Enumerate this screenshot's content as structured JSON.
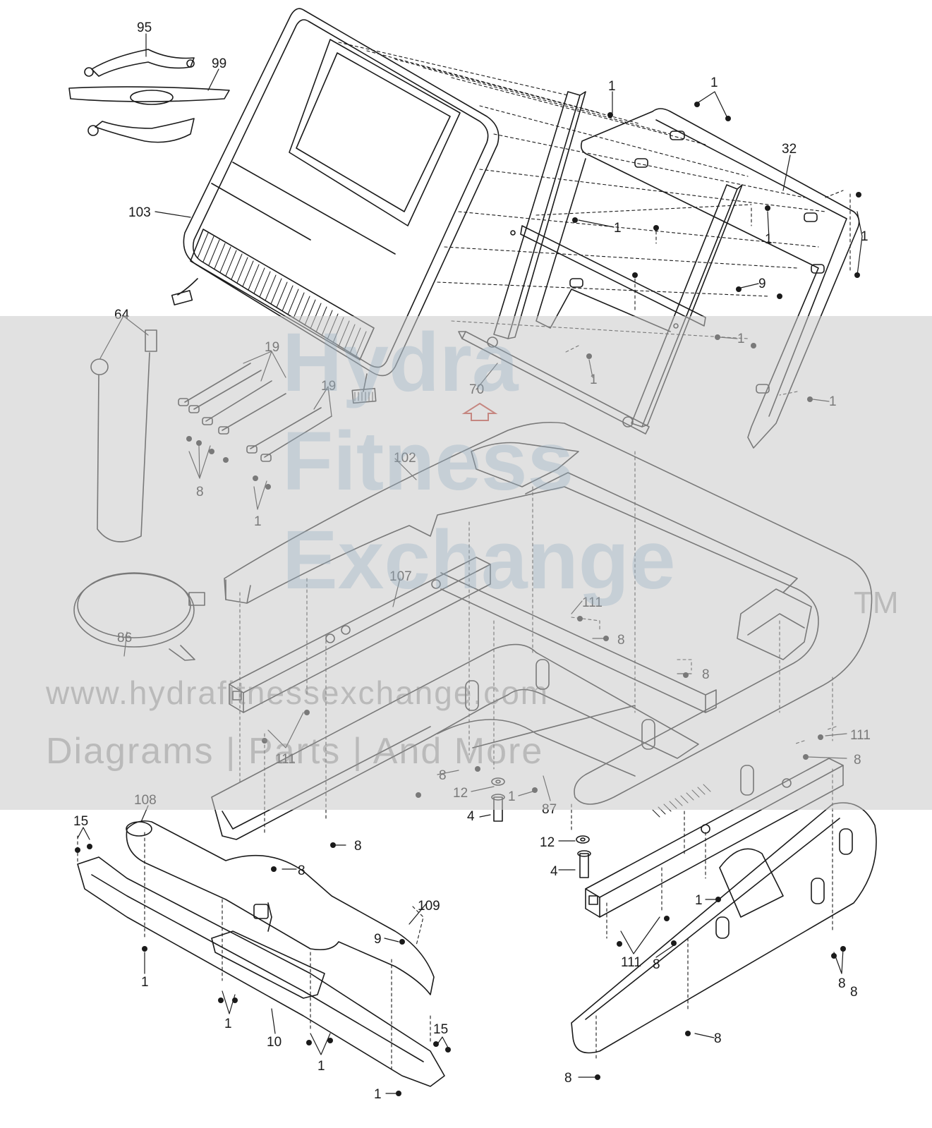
{
  "watermark": {
    "brand_lines": [
      "Hydra",
      "Fitness",
      "Exchange"
    ],
    "trademark": "TM",
    "website": "www.hydrafitnessexchange.com",
    "tagline": "Diagrams | Parts | And More"
  },
  "colors": {
    "line": "#1a1a1a",
    "arrow": "#c0392b",
    "watermark_band": "#c8c8c8"
  },
  "callouts": [
    {
      "id": "c95",
      "text": "95"
    },
    {
      "id": "c99",
      "text": "99"
    },
    {
      "id": "c103",
      "text": "103"
    },
    {
      "id": "c64",
      "text": "64"
    },
    {
      "id": "c19a",
      "text": "19"
    },
    {
      "id": "c19b",
      "text": "19"
    },
    {
      "id": "c8a",
      "text": "8"
    },
    {
      "id": "c1a",
      "text": "1"
    },
    {
      "id": "c70",
      "text": "70"
    },
    {
      "id": "c102",
      "text": "102"
    },
    {
      "id": "c107",
      "text": "107"
    },
    {
      "id": "c86",
      "text": "86"
    },
    {
      "id": "c111a",
      "text": "111"
    },
    {
      "id": "c8b",
      "text": "8"
    },
    {
      "id": "c8c",
      "text": "8"
    },
    {
      "id": "c111b",
      "text": "111"
    },
    {
      "id": "c111c",
      "text": "111"
    },
    {
      "id": "c8d",
      "text": "8"
    },
    {
      "id": "c8e",
      "text": "8"
    },
    {
      "id": "c12a",
      "text": "12"
    },
    {
      "id": "c1b",
      "text": "1"
    },
    {
      "id": "c4a",
      "text": "4"
    },
    {
      "id": "c87",
      "text": "87"
    },
    {
      "id": "c8f",
      "text": "8"
    },
    {
      "id": "c8g",
      "text": "8"
    },
    {
      "id": "c12b",
      "text": "12"
    },
    {
      "id": "c4b",
      "text": "4"
    },
    {
      "id": "c15a",
      "text": "15"
    },
    {
      "id": "c108",
      "text": "108"
    },
    {
      "id": "c109",
      "text": "109"
    },
    {
      "id": "c9a",
      "text": "9"
    },
    {
      "id": "c1c",
      "text": "1"
    },
    {
      "id": "c1d",
      "text": "1"
    },
    {
      "id": "c10",
      "text": "10"
    },
    {
      "id": "c1e",
      "text": "1"
    },
    {
      "id": "c15b",
      "text": "15"
    },
    {
      "id": "c1f",
      "text": "1"
    },
    {
      "id": "c1g",
      "text": "1"
    },
    {
      "id": "c111d",
      "text": "111"
    },
    {
      "id": "c8h",
      "text": "8"
    },
    {
      "id": "c8i",
      "text": "8"
    },
    {
      "id": "c8j",
      "text": "8"
    },
    {
      "id": "c8k",
      "text": "8"
    },
    {
      "id": "c1h",
      "text": "1"
    },
    {
      "id": "c1i",
      "text": "1"
    },
    {
      "id": "c32",
      "text": "32"
    },
    {
      "id": "c1j",
      "text": "1"
    },
    {
      "id": "c1k",
      "text": "1"
    },
    {
      "id": "c1l",
      "text": "1"
    },
    {
      "id": "c9b",
      "text": "9"
    },
    {
      "id": "c1m",
      "text": "1"
    },
    {
      "id": "c1n",
      "text": "1"
    },
    {
      "id": "c1o",
      "text": "1"
    },
    {
      "id": "c8l",
      "text": "8"
    }
  ]
}
